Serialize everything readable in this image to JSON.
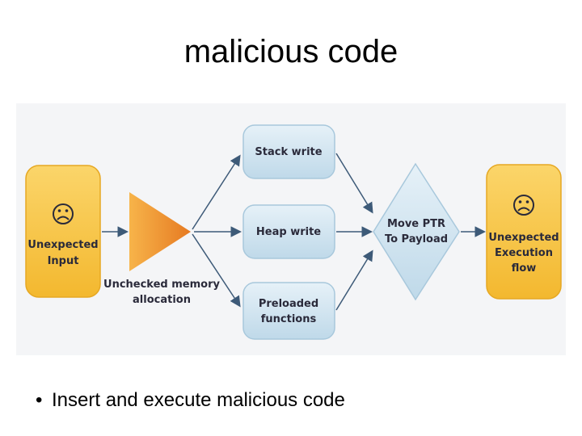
{
  "slide": {
    "title": "malicious code",
    "bullet": "Insert and execute malicious code"
  },
  "diagram": {
    "input": {
      "icon": "sad-face-icon",
      "line1": "Unexpected",
      "line2": "Input"
    },
    "allocation": {
      "line1": "Unchecked memory",
      "line2": "allocation"
    },
    "writes": [
      {
        "line1": "Stack write",
        "line2": ""
      },
      {
        "line1": "Heap write",
        "line2": ""
      },
      {
        "line1": "Preloaded",
        "line2": "functions"
      }
    ],
    "move": {
      "line1": "Move PTR",
      "line2": "To Payload"
    },
    "output": {
      "icon": "sad-face-icon",
      "line1": "Unexpected",
      "line2": "Execution",
      "line3": "flow"
    },
    "colors": {
      "orange_box": "#f6c243",
      "blue_box": "#cde3ef",
      "triangle": "#ef8d2e",
      "arrow": "#3d5a78",
      "text": "#2a2a3a"
    }
  }
}
